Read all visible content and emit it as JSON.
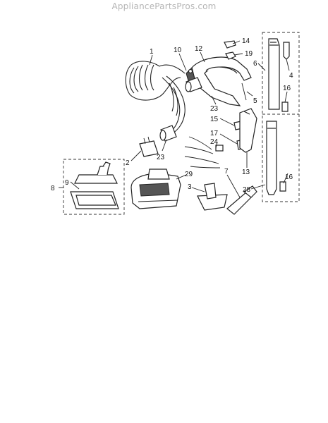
{
  "watermark": "AppliancePartsPros.com",
  "callouts": {
    "c1": "1",
    "c10": "10",
    "c12": "12",
    "c14": "14",
    "c19": "19",
    "c6": "6",
    "c4": "4",
    "c16a": "16",
    "c5": "5",
    "c23a": "23",
    "c15": "15",
    "c17": "17",
    "c24": "24",
    "c2": "2",
    "c23b": "23",
    "c13": "13",
    "c16b": "16",
    "c8": "8",
    "c9": "9",
    "c29": "29",
    "c3": "3",
    "c7": "7",
    "c28": "28"
  }
}
